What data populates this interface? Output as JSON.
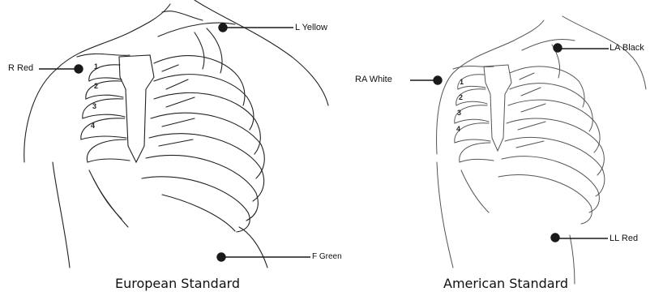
{
  "diagrams": {
    "european": {
      "caption": "European Standard",
      "electrodes": {
        "left_arm": "L Yellow",
        "right_arm": "R Red",
        "foot": "F Green"
      },
      "rib_numbers": [
        "1",
        "2",
        "3",
        "4"
      ]
    },
    "american": {
      "caption": "American Standard",
      "electrodes": {
        "left_arm": "LA Black",
        "right_arm": "RA White",
        "left_leg": "LL Red"
      },
      "rib_numbers": [
        "1",
        "2",
        "3",
        "4"
      ]
    }
  },
  "colors": {
    "line": "#222222",
    "dot": "#1a1a1a",
    "background": "#ffffff"
  }
}
